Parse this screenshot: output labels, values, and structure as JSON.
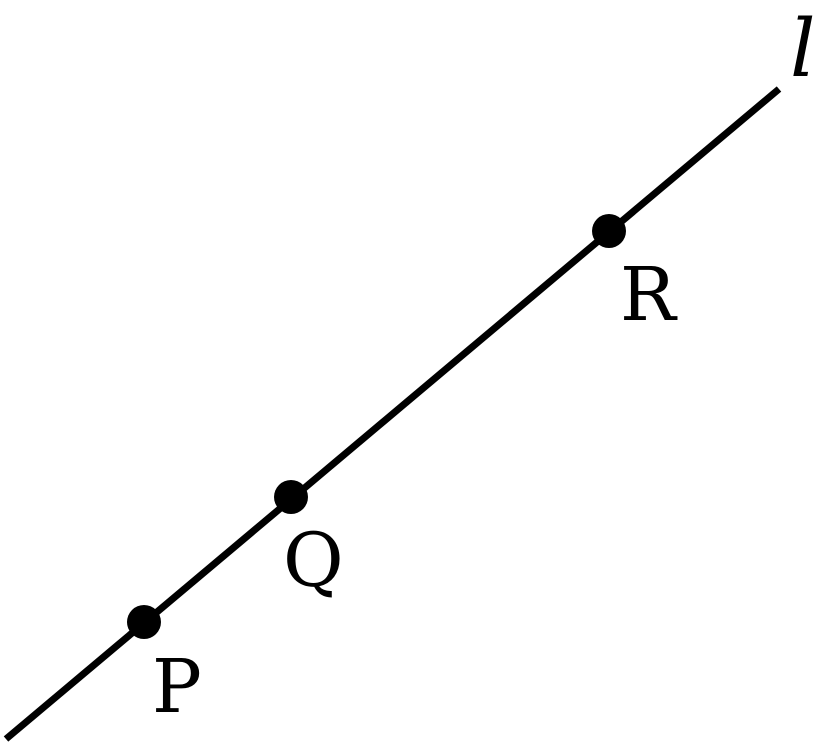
{
  "diagram": {
    "line": {
      "label": "l",
      "color": "#000000"
    },
    "points": [
      {
        "id": "P",
        "label": "P"
      },
      {
        "id": "Q",
        "label": "Q"
      },
      {
        "id": "R",
        "label": "R"
      }
    ]
  }
}
